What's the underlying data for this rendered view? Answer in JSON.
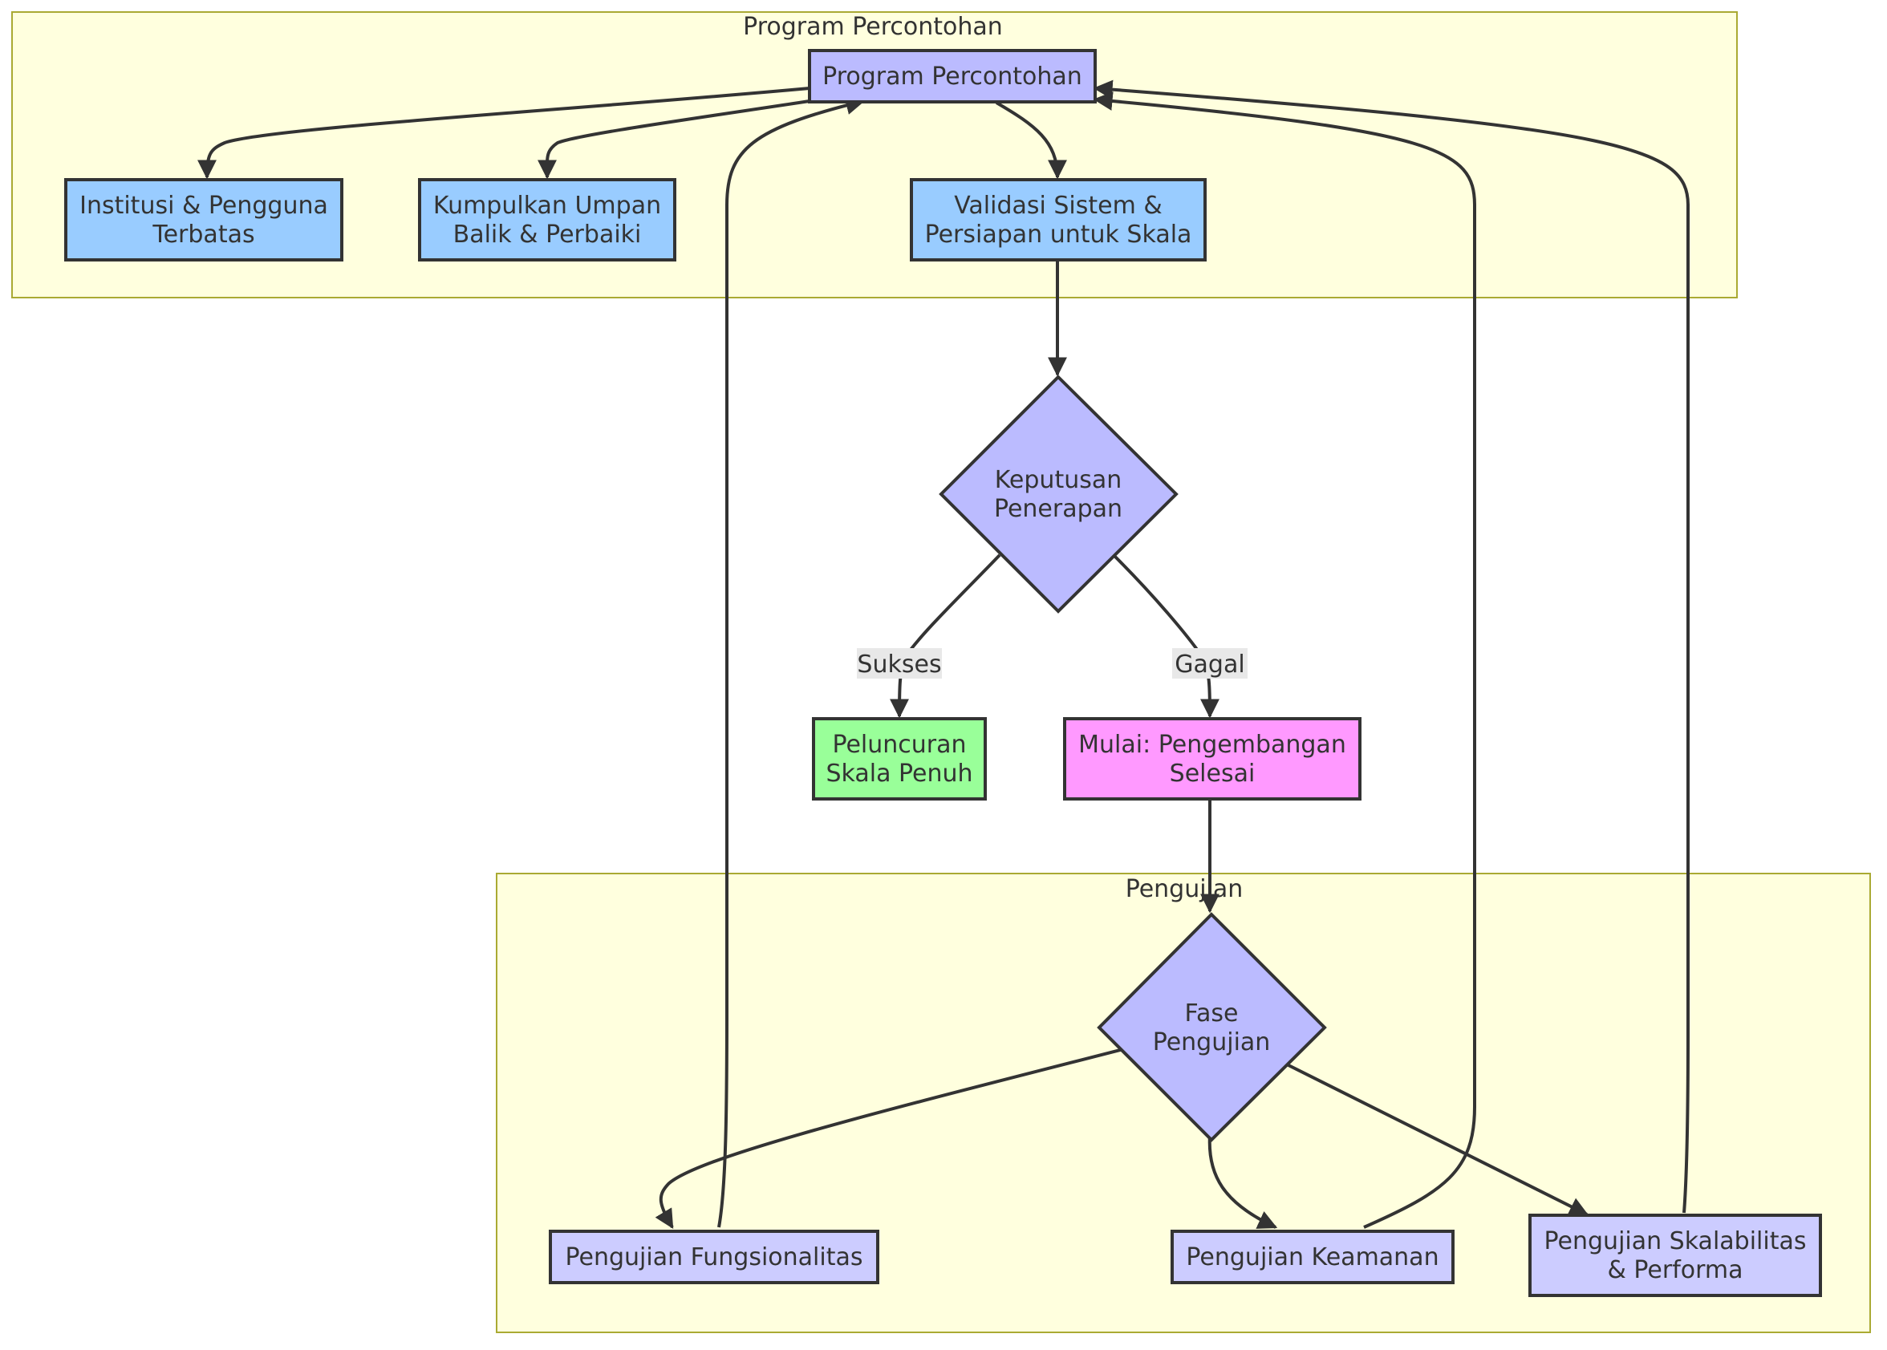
{
  "clusters": {
    "pilot": {
      "label": "Program Percontohan"
    },
    "testing": {
      "label": "Pengujian"
    }
  },
  "nodes": {
    "pilot_program": {
      "label": "Program Percontohan",
      "fill": "#bbbbff"
    },
    "institutions": {
      "label": [
        "Institusi & Pengguna",
        "Terbatas"
      ],
      "fill": "#99ccff"
    },
    "feedback": {
      "label": [
        "Kumpulkan Umpan",
        "Balik & Perbaiki"
      ],
      "fill": "#99ccff"
    },
    "validate": {
      "label": [
        "Validasi Sistem &",
        "Persiapan untuk Skala"
      ],
      "fill": "#99ccff"
    },
    "decision": {
      "label": [
        "Keputusan",
        "Penerapan"
      ],
      "fill": "#bbbbff"
    },
    "launch": {
      "label": [
        "Peluncuran",
        "Skala Penuh"
      ],
      "fill": "#99ff99"
    },
    "start": {
      "label": [
        "Mulai: Pengembangan",
        "Selesai"
      ],
      "fill": "#ff99ff"
    },
    "test_phase": {
      "label": [
        "Fase",
        "Pengujian"
      ],
      "fill": "#bbbbff"
    },
    "functional": {
      "label": "Pengujian Fungsionalitas",
      "fill": "#ccccff"
    },
    "security": {
      "label": "Pengujian Keamanan",
      "fill": "#ccccff"
    },
    "scalability": {
      "label": [
        "Pengujian Skalabilitas",
        "& Performa"
      ],
      "fill": "#ccccff"
    }
  },
  "edge_labels": {
    "success": "Sukses",
    "fail": "Gagal"
  }
}
